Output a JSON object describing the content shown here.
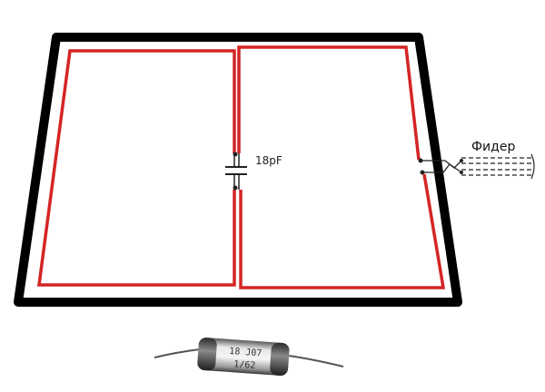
{
  "capacitor_label": "18pF",
  "feeder_label": "Фидер",
  "component_marking": {
    "line1": "18 J07",
    "line2": "1/62"
  },
  "colors": {
    "frame": "#000000",
    "loop": "#d42525",
    "feed": "#222222",
    "background": "#ffffff"
  }
}
